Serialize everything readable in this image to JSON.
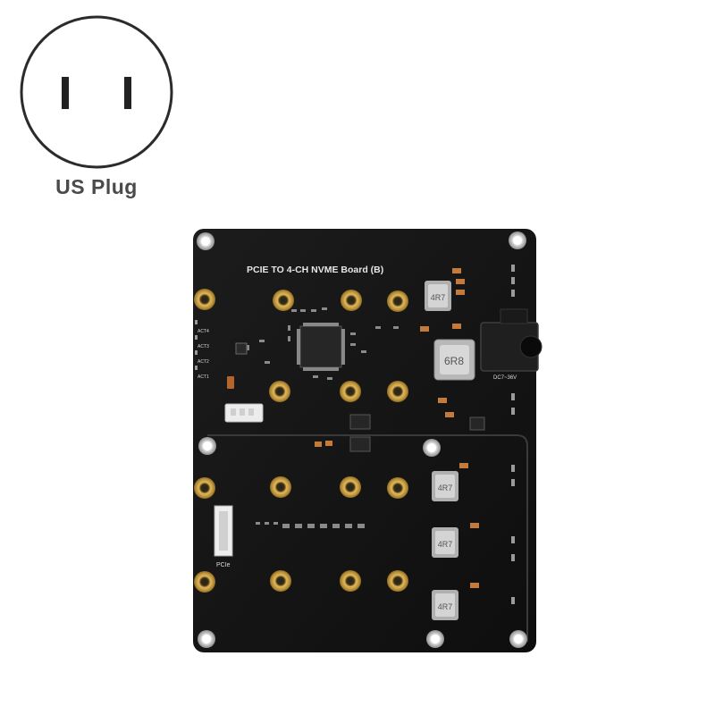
{
  "plug": {
    "label": "US Plug",
    "icon": "us-plug-icon"
  },
  "board": {
    "title": "PCIE TO 4-CH NVME Board (B)",
    "inductor_large": "6R8",
    "inductors_small": [
      "4R7",
      "4R7",
      "4R7",
      "4R7"
    ],
    "power_label": "DC7~36V",
    "connector_label": "PCIe",
    "led_labels": [
      "ACT4",
      "ACT3",
      "ACT2",
      "ACT1"
    ],
    "colors": {
      "pcb": "#141414",
      "gold": "#c9a04a",
      "silk": "#e6e6e6"
    }
  }
}
